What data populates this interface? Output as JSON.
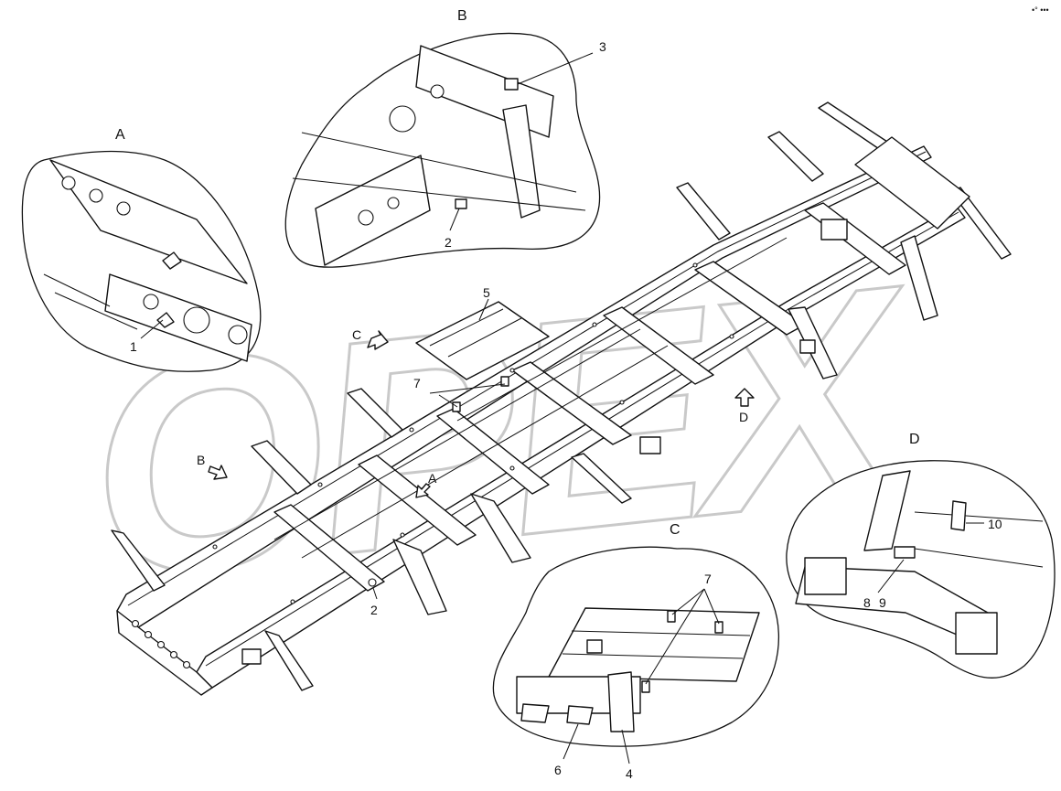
{
  "watermark": "OPEX",
  "corner_mark": "•° •••",
  "views": {
    "A": {
      "title": "A"
    },
    "B": {
      "title": "B"
    },
    "C": {
      "title": "C"
    },
    "D": {
      "title": "D"
    }
  },
  "view_arrows": {
    "A": "A",
    "B": "B",
    "C": "C",
    "D": "D"
  },
  "callouts": {
    "view_a_1": "1",
    "view_b_3": "3",
    "view_b_2": "2",
    "main_5": "5",
    "main_7": "7",
    "main_2": "2",
    "view_c_7": "7",
    "view_c_6": "6",
    "view_c_4": "4",
    "view_d_10": "10",
    "view_d_8": "8",
    "view_d_9": "9"
  }
}
